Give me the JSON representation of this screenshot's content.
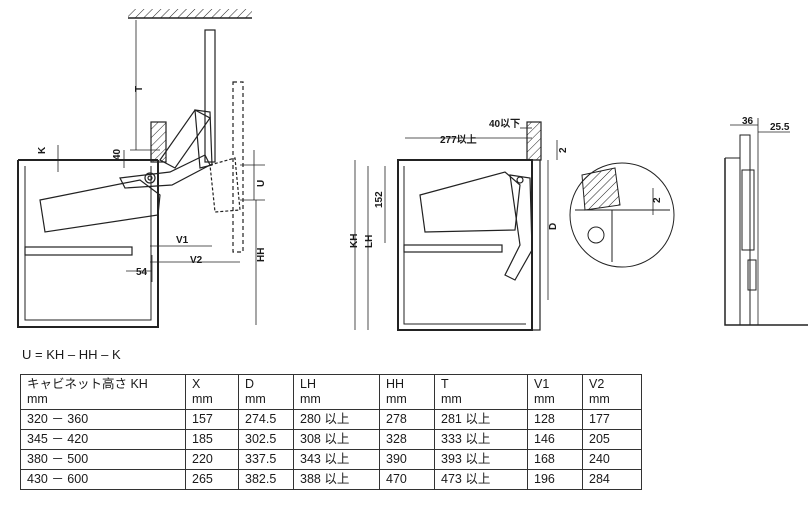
{
  "labels": {
    "T": "T",
    "K": "K",
    "d40": "40",
    "U": "U",
    "V1": "V1",
    "V2": "V2",
    "d54": "54",
    "HH": "HH",
    "d40ika": "40以下",
    "d277ika": "277以上",
    "d2a": "2",
    "d152": "152",
    "KH": "KH",
    "LH": "LH",
    "D": "D",
    "d2b": "2",
    "d36": "36",
    "d255": "25.5"
  },
  "formula": "U = KH – HH – K",
  "table": {
    "headers": [
      [
        "キャビネット高さ KH",
        "mm"
      ],
      [
        "X",
        "mm"
      ],
      [
        "D",
        "mm"
      ],
      [
        "LH",
        "mm"
      ],
      [
        "HH",
        "mm"
      ],
      [
        "T",
        "mm"
      ],
      [
        "V1",
        "mm"
      ],
      [
        "V2",
        "mm"
      ]
    ],
    "rows": [
      [
        "320 － 360",
        "157",
        "274.5",
        "280 以上",
        "278",
        "281 以上",
        "128",
        "177"
      ],
      [
        "345 － 420",
        "185",
        "302.5",
        "308 以上",
        "328",
        "333 以上",
        "146",
        "205"
      ],
      [
        "380 － 500",
        "220",
        "337.5",
        "343 以上",
        "390",
        "393 以上",
        "168",
        "240"
      ],
      [
        "430 － 600",
        "265",
        "382.5",
        "388 以上",
        "470",
        "473 以上",
        "196",
        "284"
      ]
    ]
  }
}
